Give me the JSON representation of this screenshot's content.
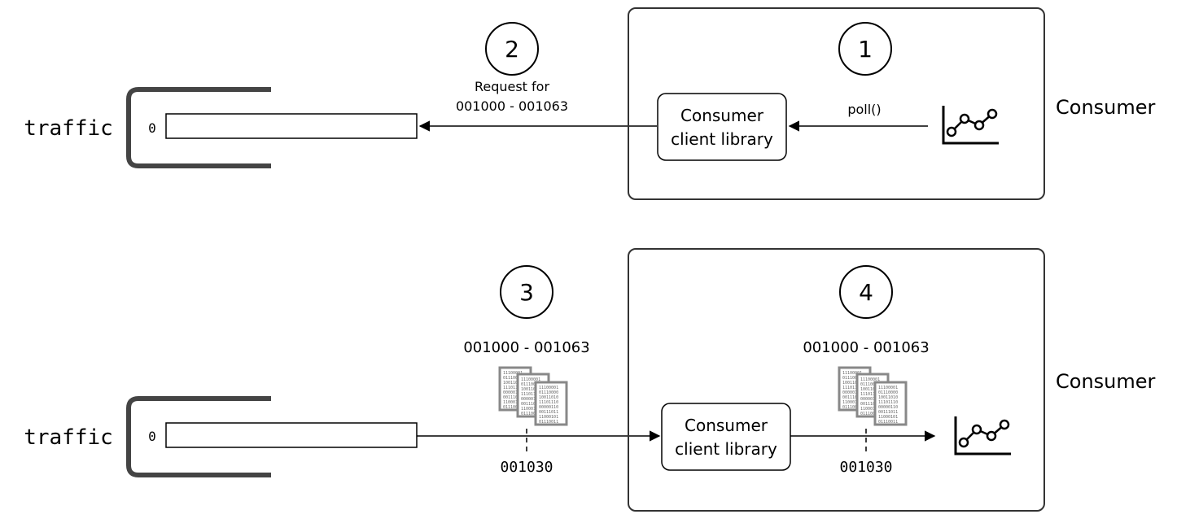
{
  "panels": [
    {
      "topic_name": "traffic",
      "partition_index": "0",
      "consumer_label": "Consumer",
      "library_label_line1": "Consumer",
      "library_label_line2": "client library",
      "steps": [
        {
          "number": "1"
        },
        {
          "number": "2",
          "label_line1": "Request for",
          "label_line2": "001000 - 001063"
        }
      ],
      "poll_label": "poll()",
      "app_icon": "line-chart-icon"
    },
    {
      "topic_name": "traffic",
      "partition_index": "0",
      "consumer_label": "Consumer",
      "library_label_line1": "Consumer",
      "library_label_line2": "client library",
      "steps": [
        {
          "number": "3",
          "batch_label": "001000 - 001063",
          "offset_label": "001030"
        },
        {
          "number": "4",
          "batch_label": "001000 - 001063",
          "offset_label": "001030"
        }
      ],
      "record_icon": "binary-documents-icon",
      "app_icon": "line-chart-icon"
    }
  ]
}
